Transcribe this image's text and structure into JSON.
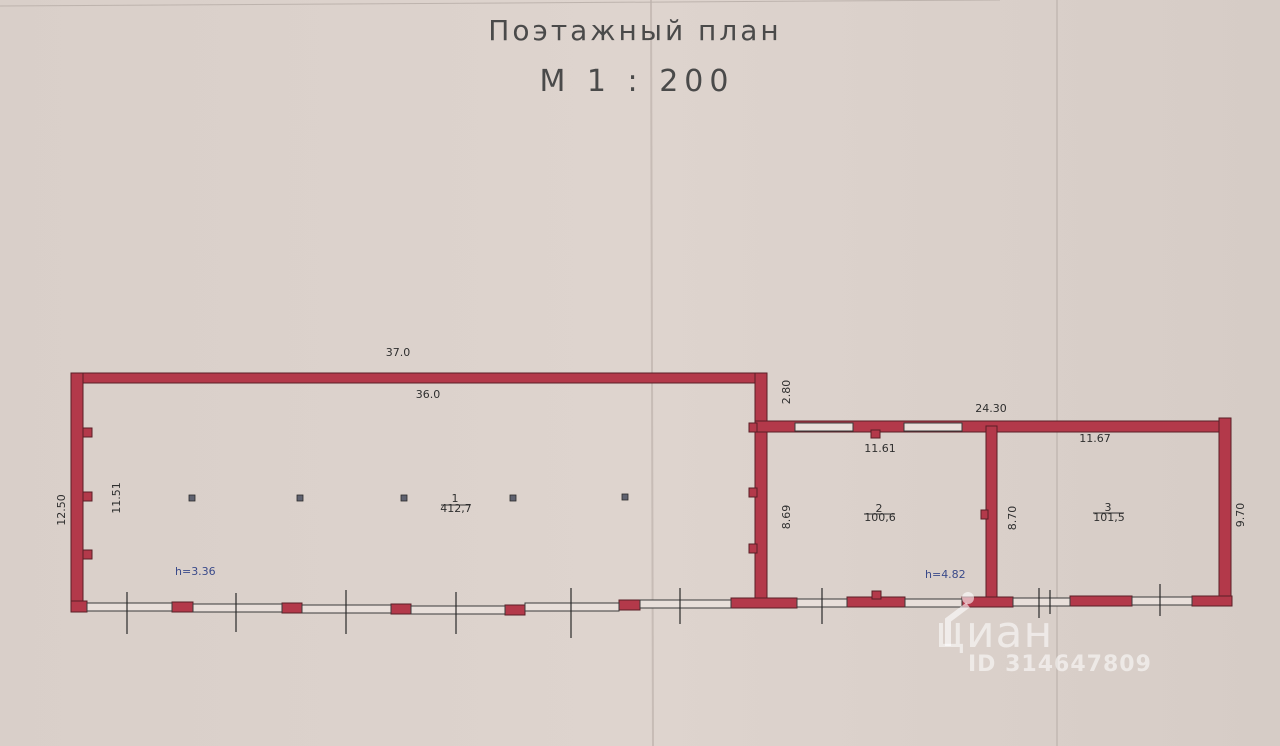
{
  "title": {
    "line1": "Поэтажный план",
    "line2": "М 1 : 200"
  },
  "dimensions": {
    "outer_top_left": "37.0",
    "inner_top_left": "36.0",
    "outer_left_height": "12.50",
    "inner_left_height": "11.51",
    "step_height": "2.80",
    "outer_top_right": "24.30",
    "room2_width": "11.61",
    "room3_width": "11.67",
    "room2_height": "8.69",
    "room3_height": "8.70",
    "outer_right_height": "9.70"
  },
  "heights": {
    "left_hall": "h=3.36",
    "right_block": "h=4.82"
  },
  "rooms": [
    {
      "number": "1",
      "area": "412,7"
    },
    {
      "number": "2",
      "area": "100,6"
    },
    {
      "number": "3",
      "area": "101,5"
    }
  ],
  "watermark": {
    "logo": "циан",
    "id": "ID 314647809"
  },
  "colors": {
    "paper": "#dcd2cc",
    "wall": "#b3394a",
    "wall_edge": "#5a1e26",
    "text": "#2f2f2f"
  }
}
